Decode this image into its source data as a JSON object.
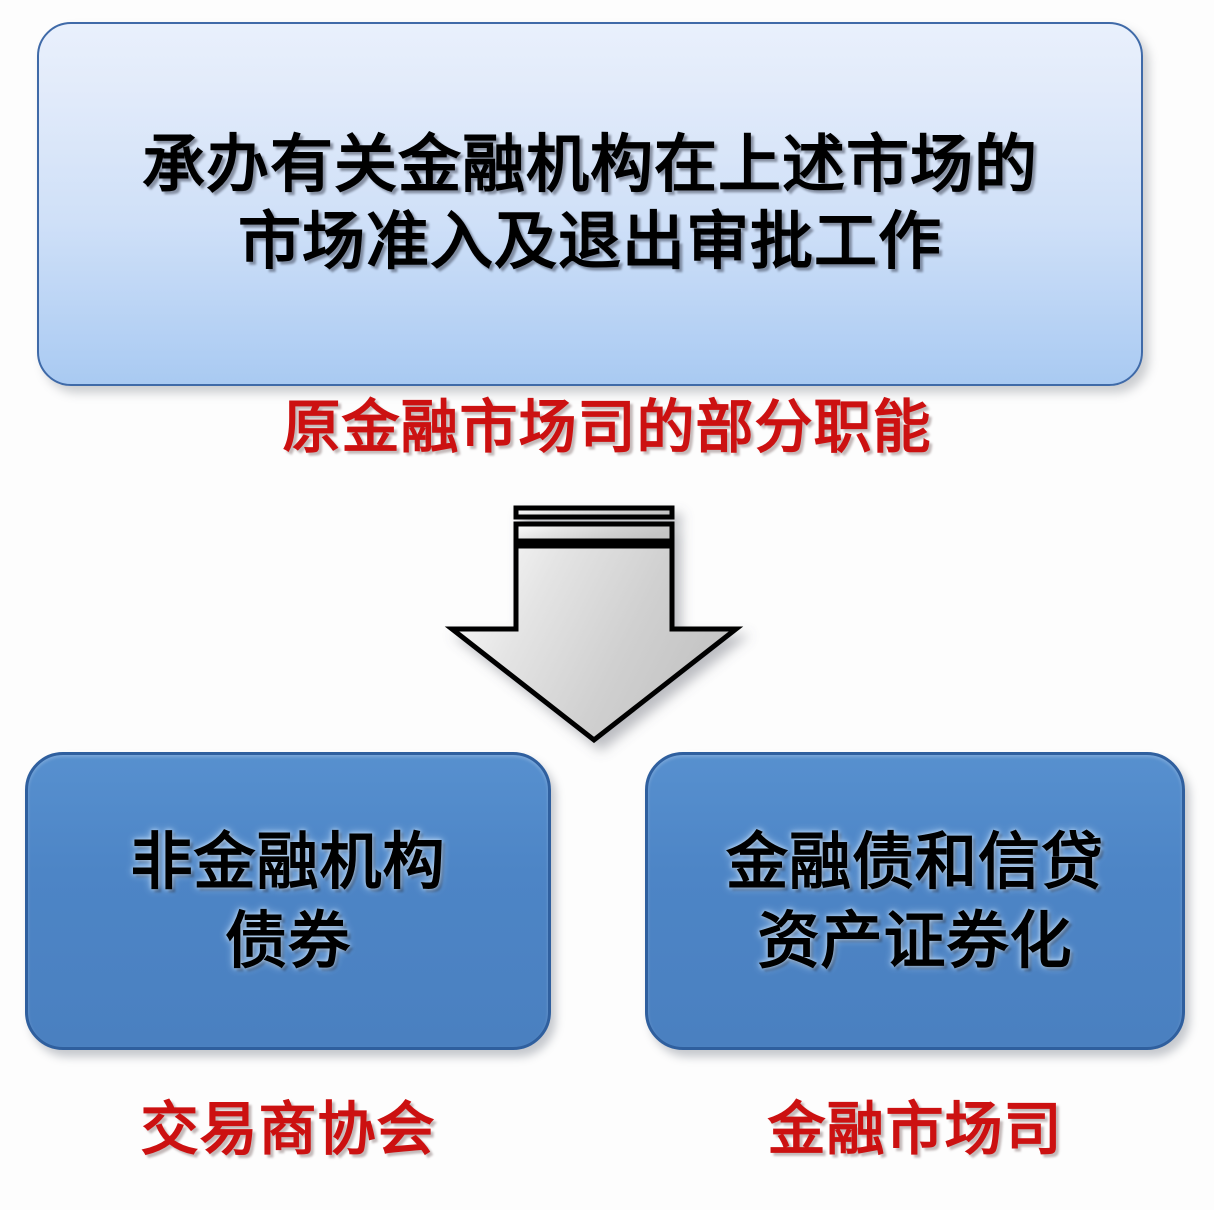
{
  "diagram": {
    "title_box": {
      "text": "承办有关金融机构在上述市场的\n市场准入及退出审批工作",
      "fill_top_color": "#E2EBFA",
      "fill_bottom_color": "#A9CAF2",
      "border_color": "#3F6AA8"
    },
    "source_caption": {
      "text": "原金融市场司的部分职能",
      "color": "#CC1111"
    },
    "arrow": {
      "name": "down-arrow",
      "direction": "down",
      "fill_color": "#D4D4D4",
      "stroke_color": "#000000",
      "stripes": 2
    },
    "branches": [
      {
        "box_text": "非金融机构\n债券",
        "label": "交易商协会",
        "box_color": "#4A80C0",
        "label_color": "#CC1111"
      },
      {
        "box_text": "金融债和信贷\n资产证券化",
        "label": "金融市场司",
        "box_color": "#4A80C0",
        "label_color": "#CC1111"
      }
    ]
  }
}
